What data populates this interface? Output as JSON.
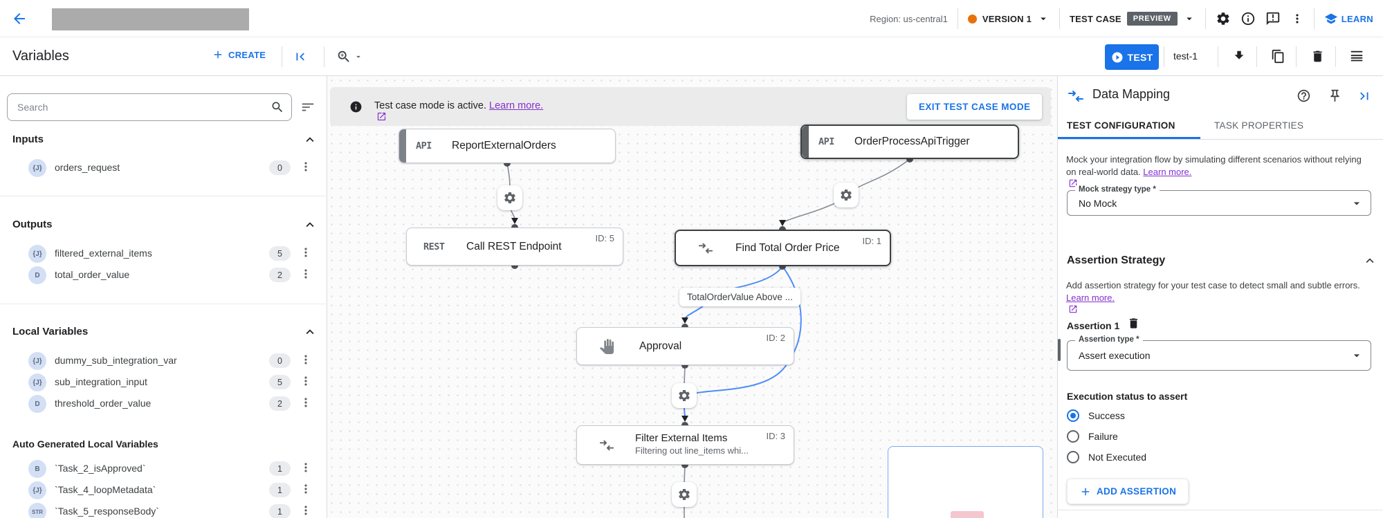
{
  "header": {
    "region": "Region: us-central1",
    "version": "VERSION 1",
    "test_case": "TEST CASE",
    "preview": "PREVIEW",
    "learn": "LEARN"
  },
  "toolbar": {
    "title": "Variables",
    "create": "CREATE",
    "test": "TEST",
    "test_name": "test-1"
  },
  "sidebar": {
    "search_placeholder": "Search",
    "sections": [
      {
        "title": "Inputs",
        "items": [
          {
            "type": "{J}",
            "name": "orders_request",
            "count": "0"
          }
        ]
      },
      {
        "title": "Outputs",
        "items": [
          {
            "type": "{J}",
            "name": "filtered_external_items",
            "count": "5"
          },
          {
            "type": "D",
            "name": "total_order_value",
            "count": "2"
          }
        ]
      },
      {
        "title": "Local Variables",
        "items": [
          {
            "type": "{J}",
            "name": "dummy_sub_integration_var",
            "count": "0"
          },
          {
            "type": "{J}",
            "name": "sub_integration_input",
            "count": "5"
          },
          {
            "type": "D",
            "name": "threshold_order_value",
            "count": "2"
          }
        ]
      },
      {
        "title": "Auto Generated Local Variables",
        "items": [
          {
            "type": "B",
            "name": "`Task_2_isApproved`",
            "count": "1"
          },
          {
            "type": "{J}",
            "name": "`Task_4_loopMetadata`",
            "count": "1"
          },
          {
            "type": "STR",
            "name": "`Task_5_responseBody`",
            "count": "1"
          }
        ]
      }
    ]
  },
  "canvas": {
    "banner": {
      "text": "Test case mode is active.",
      "link": "Learn more.",
      "exit": "EXIT TEST CASE MODE"
    },
    "nodes": {
      "report": {
        "badge": "API",
        "title": "ReportExternalOrders"
      },
      "trigger": {
        "badge": "API",
        "title": "OrderProcessApiTrigger"
      },
      "rest": {
        "badge": "REST",
        "title": "Call REST Endpoint",
        "id": "ID: 5"
      },
      "find": {
        "title": "Find Total Order Price",
        "id": "ID: 1"
      },
      "approval": {
        "title": "Approval",
        "id": "ID: 2"
      },
      "filter": {
        "title": "Filter External Items",
        "subtitle": "Filtering out line_items whi...",
        "id": "ID: 3"
      }
    },
    "edge_label": "TotalOrderValue Above ..."
  },
  "panel": {
    "title": "Data Mapping",
    "tabs": {
      "config": "TEST CONFIGURATION",
      "props": "TASK PROPERTIES"
    },
    "mock_text": "Mock your integration flow by simulating different scenarios without relying on real-world data.",
    "mock_link": "Learn more.",
    "mock_field": {
      "label": "Mock strategy type *",
      "value": "No Mock"
    },
    "assertion": {
      "section": "Assertion Strategy",
      "desc": "Add assertion strategy for your test case to detect small and subtle errors.",
      "desc_link": "Learn more.",
      "item_title": "Assertion 1",
      "type_field": {
        "label": "Assertion type *",
        "value": "Assert execution"
      },
      "status_label": "Execution status to assert",
      "options": [
        {
          "label": "Success",
          "selected": true
        },
        {
          "label": "Failure",
          "selected": false
        },
        {
          "label": "Not Executed",
          "selected": false
        }
      ],
      "add": "ADD ASSERTION"
    }
  },
  "colors": {
    "accent": "#1a73e8",
    "link_purple": "#8430ce",
    "version_dot": "#e8710a",
    "edge_blue": "#4e8df6"
  }
}
